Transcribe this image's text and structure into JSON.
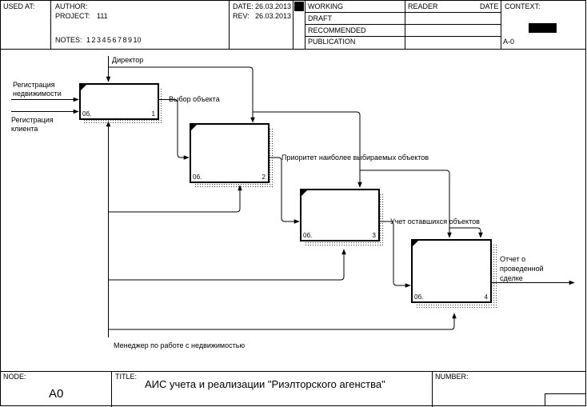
{
  "header": {
    "used_at": "USED AT:",
    "author": "AUTHOR:",
    "project_label": "PROJECT:",
    "project": "111",
    "notes_label": "NOTES:",
    "notes": "1  2  3  4  5  6  7  8  9  10",
    "date_label": "DATE:",
    "date": "26.03.2013",
    "rev_label": "REV:",
    "rev": "26.03.2013",
    "status": [
      "WORKING",
      "DRAFT",
      "RECOMMENDED",
      "PUBLICATION"
    ],
    "reader": "READER",
    "reader_date": "DATE",
    "context": "CONTEXT:",
    "context_node": "A-0"
  },
  "diagram": {
    "inputs": [
      "Регистрация недвижимости",
      "Регистрация клиента"
    ],
    "control": "Директор",
    "mechanism": "Менеджер по работе с недвижимостью",
    "arrows": [
      "Выбор объекта",
      "Приоритет наиболее выбираемых объектов",
      "Учет оставшихся объектов"
    ],
    "output": "Отчет о проведенной сделке",
    "boxes": [
      {
        "code": "0б.",
        "num": "1"
      },
      {
        "code": "0б.",
        "num": "2"
      },
      {
        "code": "0б.",
        "num": "3"
      },
      {
        "code": "0б.",
        "num": "4"
      }
    ]
  },
  "footer": {
    "node_label": "NODE:",
    "node": "A0",
    "title_label": "TITLE:",
    "title": "АИС учета и реализации \"Риэлторского агенства\"",
    "number_label": "NUMBER:"
  }
}
